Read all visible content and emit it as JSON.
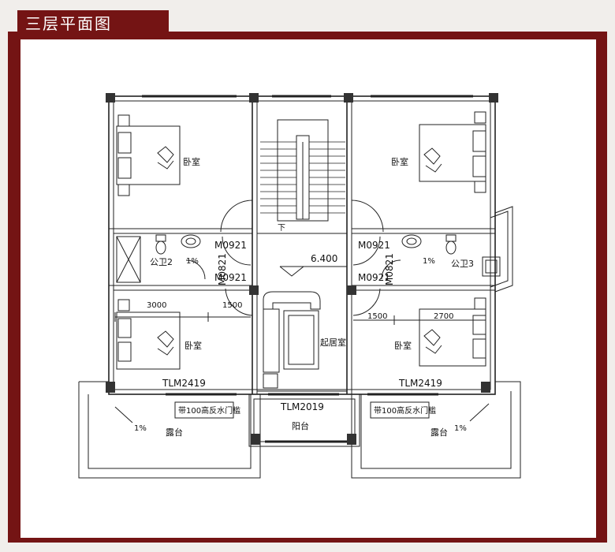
{
  "title": "三层平面图",
  "rooms": {
    "bedroom_tl": "卧室",
    "bedroom_tr": "卧室",
    "bedroom_bl": "卧室",
    "bedroom_br": "卧室",
    "living": "起居室",
    "toilet_2": "公卫2",
    "toilet_3": "公卫3",
    "terrace_l": "露台",
    "terrace_r": "露台",
    "balcony": "阳台"
  },
  "doors": {
    "m_tl": "M0921",
    "m_tr": "M0921",
    "m_ml": "M0921",
    "m_mr": "M0921",
    "m_vl": "M0821",
    "m_vr": "M0821",
    "tlm_l": "TLM2419",
    "tlm_r": "TLM2419",
    "tlm_c": "TLM2019"
  },
  "dimensions": {
    "d3000": "3000",
    "d1500_l": "1500",
    "d1500_r": "1500",
    "d2700": "2700"
  },
  "elevation": "6.400",
  "slopes": {
    "s_t2": "1%",
    "s_t3": "1%",
    "s_tl": "1%",
    "s_tr": "1%"
  },
  "thresholds": {
    "left": "带100高反水门槛",
    "right": "带100高反水门槛"
  },
  "stair_mark": "下",
  "colors": {
    "frame": "#741414",
    "wall": "#444444",
    "line": "#222222"
  }
}
